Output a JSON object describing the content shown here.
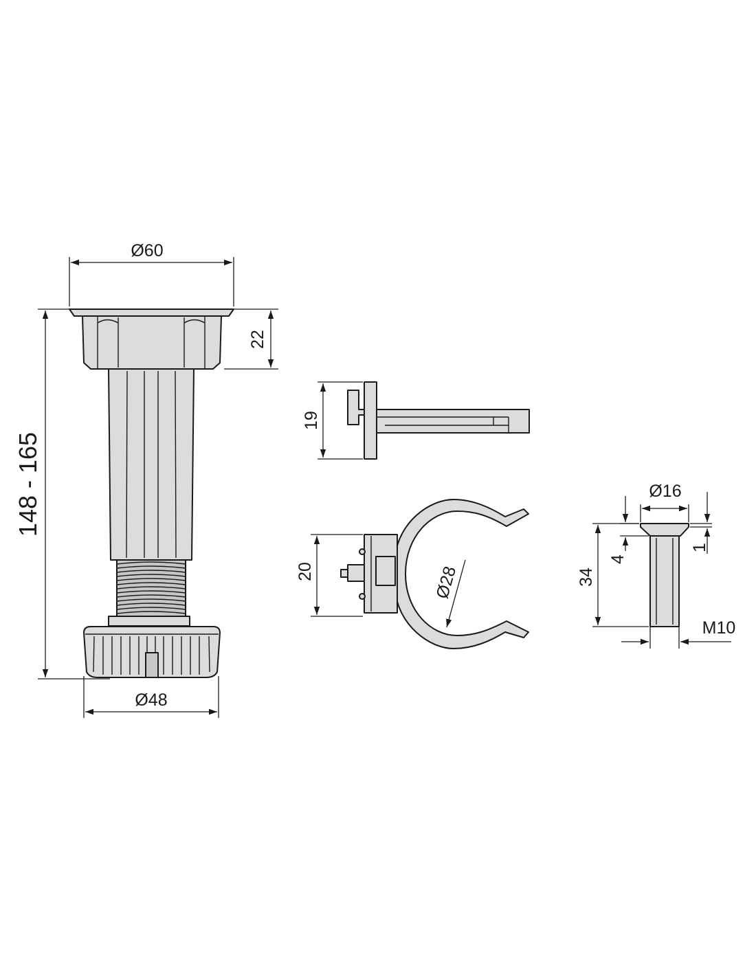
{
  "dimensions": {
    "leveler_top_diameter": "Ø60",
    "leveler_cap_height": "22",
    "leveler_height_range": "148 - 165",
    "leveler_base_diameter": "Ø48",
    "bracket_height": "19",
    "clip_height": "20",
    "clip_inner_diameter": "Ø28",
    "bolt_head_diameter": "Ø16",
    "bolt_head_height": "4",
    "bolt_head_lip": "1",
    "bolt_length": "34",
    "bolt_thread": "M10"
  },
  "colors": {
    "part_fill": "#dcdcdc",
    "line": "#1a1a1a",
    "background": "#ffffff"
  }
}
